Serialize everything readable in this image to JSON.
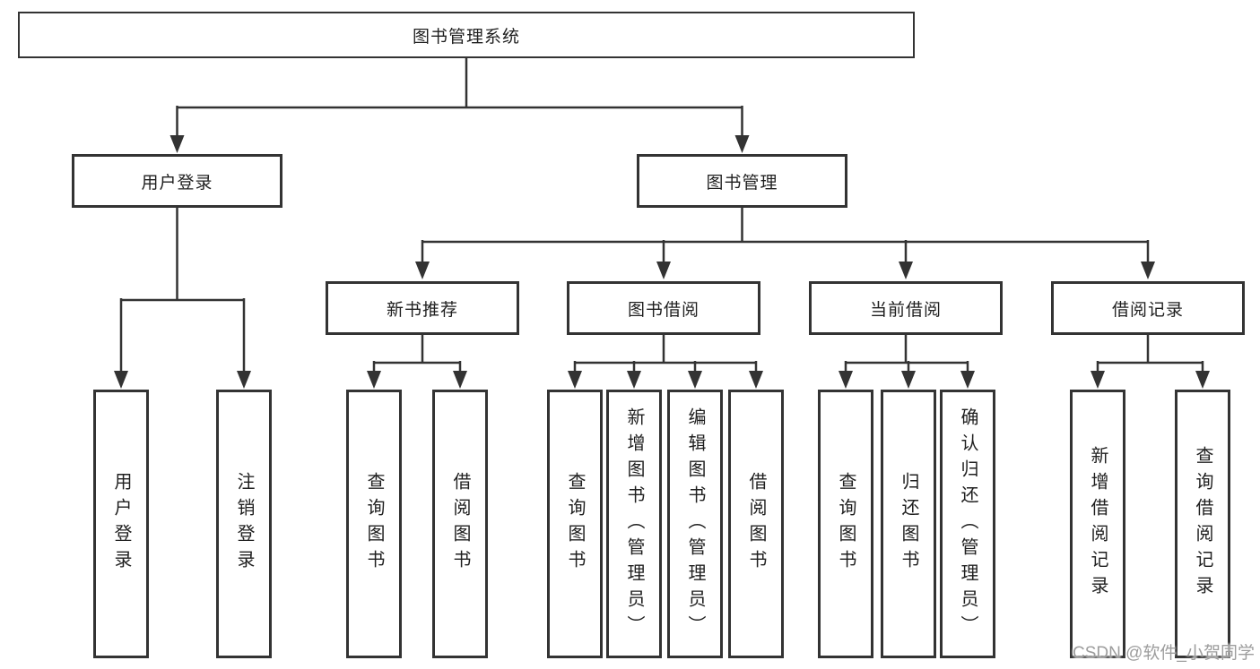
{
  "diagram": {
    "root": {
      "label": "图书管理系统"
    },
    "branches": [
      {
        "label": "用户登录",
        "children": [
          {
            "label": "用户登录"
          },
          {
            "label": "注销登录"
          }
        ]
      },
      {
        "label": "图书管理",
        "children": [
          {
            "label": "新书推荐",
            "children": [
              {
                "label": "查询图书"
              },
              {
                "label": "借阅图书"
              }
            ]
          },
          {
            "label": "图书借阅",
            "children": [
              {
                "label": "查询图书"
              },
              {
                "label": "新增图书（管理员）"
              },
              {
                "label": "编辑图书（管理员）"
              },
              {
                "label": "借阅图书"
              }
            ]
          },
          {
            "label": "当前借阅",
            "children": [
              {
                "label": "查询图书"
              },
              {
                "label": "归还图书"
              },
              {
                "label": "确认归还（管理员）"
              }
            ]
          },
          {
            "label": "借阅记录",
            "children": [
              {
                "label": "新增借阅记录"
              },
              {
                "label": "查询借阅记录"
              }
            ]
          }
        ]
      }
    ]
  },
  "watermark": {
    "text": "CSDN @软件_小贺同学"
  },
  "colors": {
    "background": "#ffffff",
    "box_border": "#333333",
    "connector_line": "#333333",
    "text": "#1f1f1f",
    "watermark_text": "#9d9d9d"
  }
}
